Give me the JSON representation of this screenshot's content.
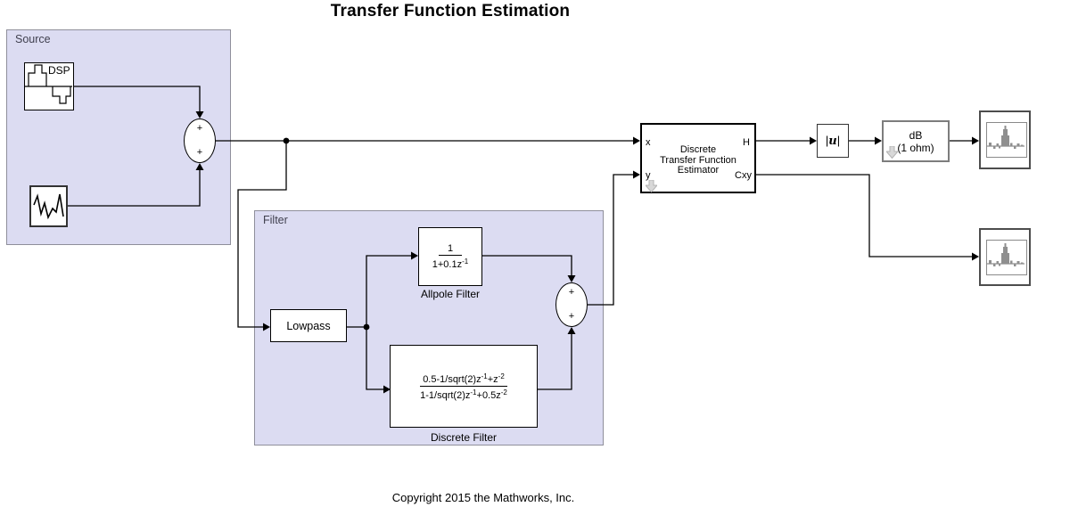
{
  "title": "Transfer Function Estimation",
  "copyright": "Copyright 2015 the Mathworks, Inc.",
  "areas": {
    "source": {
      "label": "Source"
    },
    "filter": {
      "label": "Filter"
    }
  },
  "blocks": {
    "dsp_source": {
      "label": "DSP"
    },
    "sum1": {
      "top": "+",
      "bottom": "+"
    },
    "lowpass": {
      "label": "Lowpass"
    },
    "allpole": {
      "num": "1",
      "den_main": "1+0.1z",
      "den_sup": "-1",
      "name": "Allpole Filter"
    },
    "discrete_filter": {
      "num_a": "0.5-1/sqrt(2)z",
      "num_sup1": "-1",
      "num_b": "+z",
      "num_sup2": "-2",
      "den_a": "1-1/sqrt(2)z",
      "den_sup1": "-1",
      "den_b": "+0.5z",
      "den_sup2": "-2",
      "name": "Discrete Filter"
    },
    "sum2": {
      "top": "+",
      "bottom": "+"
    },
    "estimator": {
      "line1": "Discrete",
      "line2": "Transfer Function",
      "line3": "Estimator",
      "port_x": "x",
      "port_y": "y",
      "port_h": "H",
      "port_cxy": "Cxy"
    },
    "abs": {
      "bar": "|",
      "u": "u"
    },
    "db": {
      "line1": "dB",
      "line2": "(1 ohm)"
    }
  },
  "colors": {
    "area_fill": "#dcdcf2",
    "area_border": "#8f8f9b",
    "wire": "#000000",
    "icon_gray": "#8f8f8f",
    "indicator_gray": "#d8d8d8"
  }
}
